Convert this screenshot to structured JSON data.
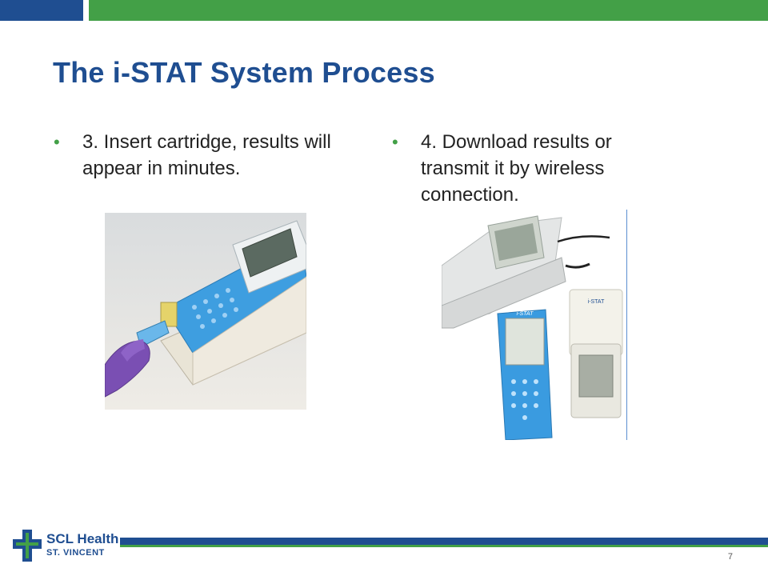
{
  "slide": {
    "title": "The i-STAT System Process",
    "page_number": "7"
  },
  "bullets": [
    {
      "marker": "•",
      "text": "3. Insert cartridge, results will appear in minutes."
    },
    {
      "marker": "•",
      "text": "4. Download results or transmit it by wireless connection."
    }
  ],
  "brand": {
    "name": "SCL Health",
    "subname": "ST. VINCENT",
    "colors": {
      "blue": "#1f4e91",
      "green": "#43a047"
    }
  },
  "images": {
    "left": "handheld-analyzer-cartridge-insertion-photo",
    "right": "analyzer-docking-and-wireless-devices-photo"
  }
}
